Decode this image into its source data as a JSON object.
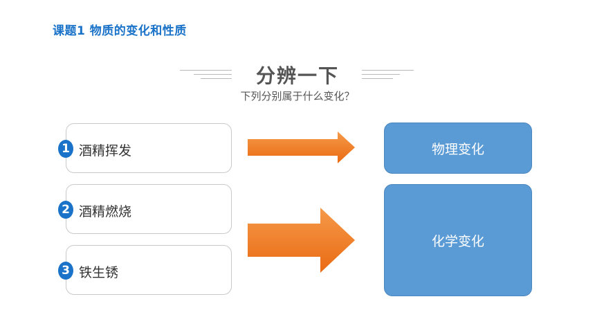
{
  "lesson": {
    "title": "课题1  物质的变化和性质"
  },
  "section": {
    "title": "分辨一下",
    "subtitle": "下列分别属于什么变化？"
  },
  "items": [
    {
      "number": "1",
      "label": "酒精挥发"
    },
    {
      "number": "2",
      "label": "酒精燃烧"
    },
    {
      "number": "3",
      "label": "铁生锈"
    }
  ],
  "results": {
    "physical": "物理变化",
    "chemical": "化学变化"
  },
  "colors": {
    "accent": "#1a73c8",
    "arrow": "#f07a22",
    "result_box": "#5b9bd5"
  }
}
